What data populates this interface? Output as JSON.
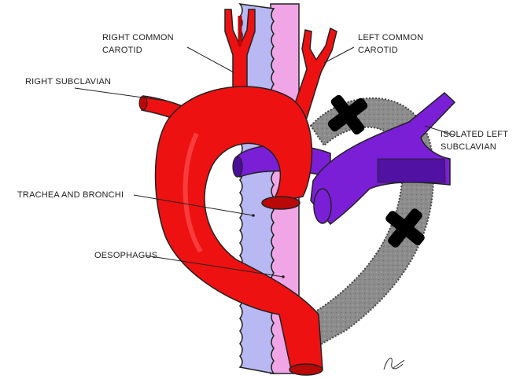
{
  "labels": {
    "right_common_carotid": [
      "RIGHT COMMON",
      "CAROTID"
    ],
    "left_common_carotid": [
      "LEFT COMMON",
      "CAROTID"
    ],
    "right_subclavian": "RIGHT SUBCLAVIAN",
    "isolated_left_subclavian": [
      "ISOLATED LEFT",
      "SUBCLAVIAN"
    ],
    "trachea_and_bronchi": "TRACHEA AND BRONCHI",
    "oesophagus": "OESOPHAGUS"
  },
  "colors": {
    "aorta": "#ee1111",
    "aorta_shade": "#b80808",
    "left_subclavian": "#7a1fd6",
    "left_subclavian_dark": "#4a0f99",
    "trachea": "#b8b8f2",
    "oesophagus": "#f0a6e6",
    "ductal_ring": "#8c8c8c",
    "outline": "#111111",
    "division_mark": "#000000"
  },
  "icons": [
    "division-cross-icon",
    "signature-icon"
  ]
}
